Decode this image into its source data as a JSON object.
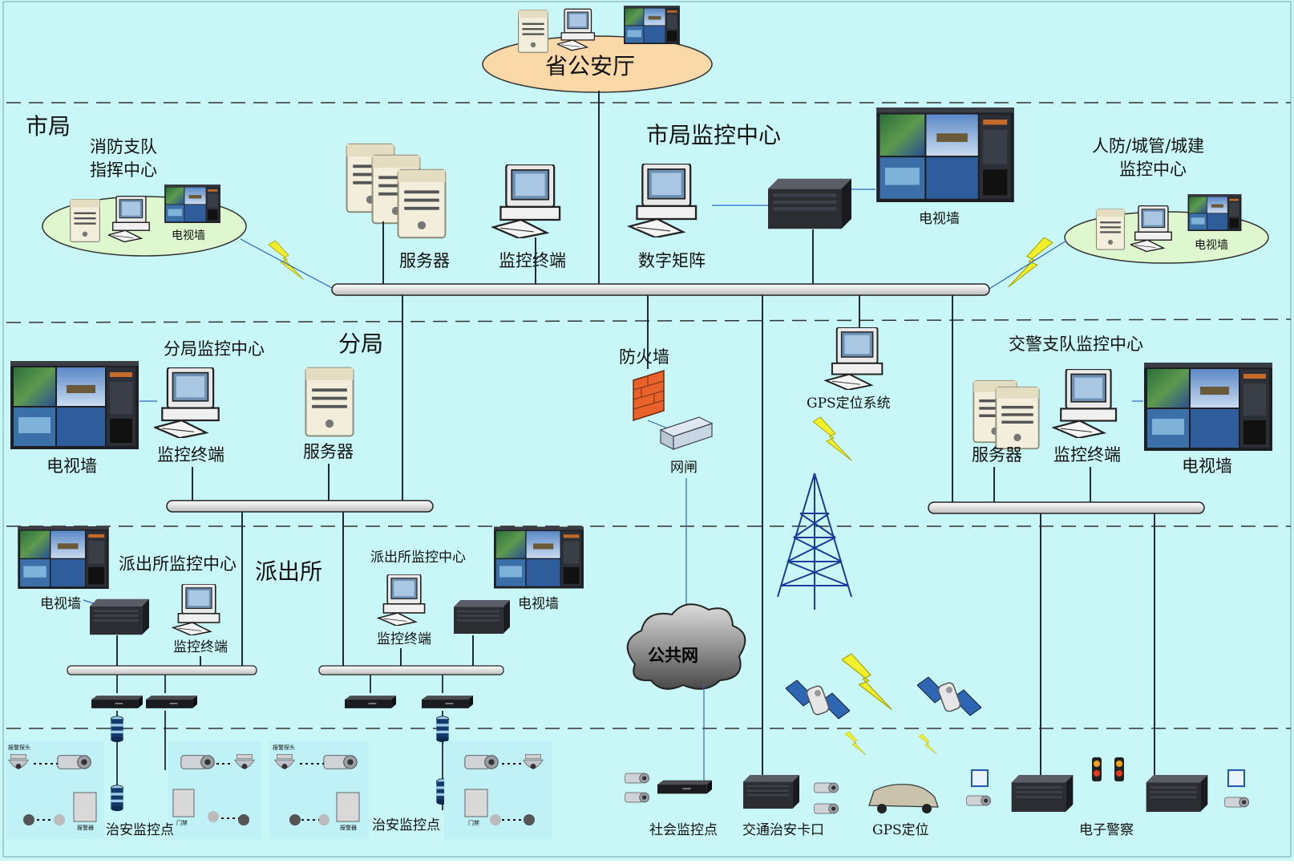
{
  "colors": {
    "background": "#c9f7f7",
    "ellipse_top": "#fbd8a8",
    "ellipse_side": "#dff7cf",
    "bus": "#f4f4f4",
    "line": "#1e2a3a",
    "signal_line": "#2a66c9",
    "lightning": "#f2ef2c",
    "firewall": "#e8622a"
  },
  "tiers": {
    "top": "省公安厅",
    "city": "市局",
    "branch": "分局",
    "station": "派出所"
  },
  "city": {
    "fire_center": [
      "消防支队",
      "指挥中心"
    ],
    "fire_tv_wall": "电视墙",
    "monitor_center": "市局监控中心",
    "server": "服务器",
    "terminal": "监控终端",
    "matrix": "数字矩阵",
    "tv_wall": "电视墙",
    "civil_center": [
      "人防/城管/城建",
      "监控中心"
    ],
    "civil_tv_wall": "电视墙"
  },
  "branch": {
    "monitor_center": "分局监控中心",
    "tv_wall": "电视墙",
    "terminal": "监控终端",
    "server": "服务器",
    "firewall": "防火墙",
    "gateway": "网闸",
    "gps_system": "GPS定位系统",
    "traffic_center": "交警支队监控中心",
    "traffic_server": "服务器",
    "traffic_terminal": "监控终端",
    "traffic_tv_wall": "电视墙"
  },
  "station": {
    "left_center": "派出所监控中心",
    "left_tv_wall": "电视墙",
    "left_terminal": "监控终端",
    "right_center": "派出所监控中心",
    "right_tv_wall": "电视墙",
    "right_terminal": "监控终端",
    "public_network": "公共网"
  },
  "endpoints": {
    "security_point_1": "治安监控点",
    "security_point_2": "治安监控点",
    "social_point": "社会监控点",
    "traffic_checkpoint": "交通治安卡口",
    "gps_positioning": "GPS定位",
    "e_police": "电子警察"
  },
  "panel_labels": {
    "p1": [
      "报警探头",
      "报警器",
      "门禁"
    ],
    "p2": [
      "报警探头",
      "报警器",
      "门禁"
    ]
  }
}
